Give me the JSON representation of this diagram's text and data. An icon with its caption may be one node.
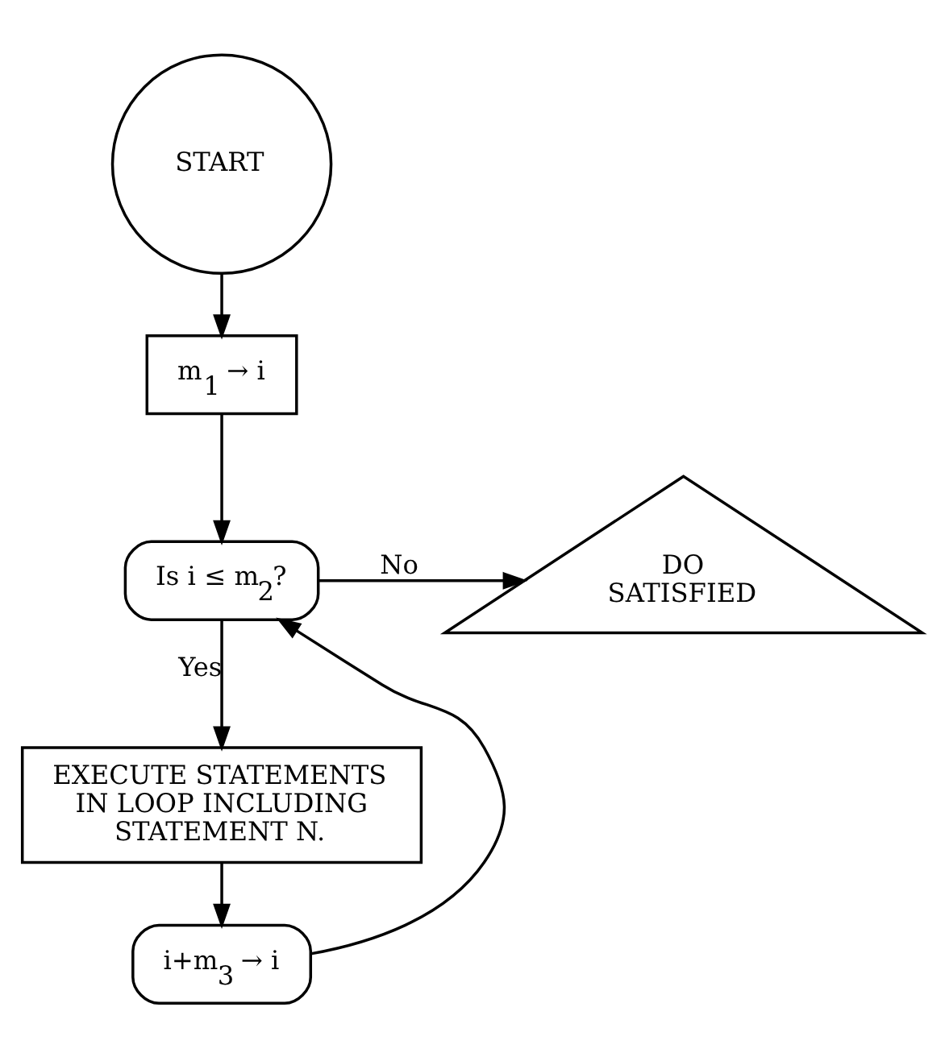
{
  "diagram": {
    "nodes": [
      {
        "text": [
          "START"
        ]
      },
      {
        "text": [
          "m$_{1}$ → i"
        ]
      },
      {
        "text": [
          "Is i ≤ m$_{2}$?"
        ]
      },
      {
        "text": [
          "DO SATISFIED"
        ]
      },
      {
        "text": [
          "EXECUTE STATEMENTS IN LOOP INCLUDING STATEMENT N."
        ]
      },
      {
        "text": [
          "i+m$_{3}$ → i"
        ]
      }
    ],
    "edges": [
      {
        "from": 0,
        "to": 1,
        "arrow": "to"
      },
      {
        "from": 1,
        "to": 2,
        "arrow": "to"
      },
      {
        "from": 2,
        "to": 3,
        "arrow": "to",
        "label": "No"
      },
      {
        "from": 2,
        "to": 4,
        "arrow": "to",
        "label": "Yes"
      },
      {
        "from": 4,
        "to": 5,
        "arrow": "to"
      },
      {
        "from": 5,
        "to": 2,
        "arrow": "to"
      }
    ]
  }
}
